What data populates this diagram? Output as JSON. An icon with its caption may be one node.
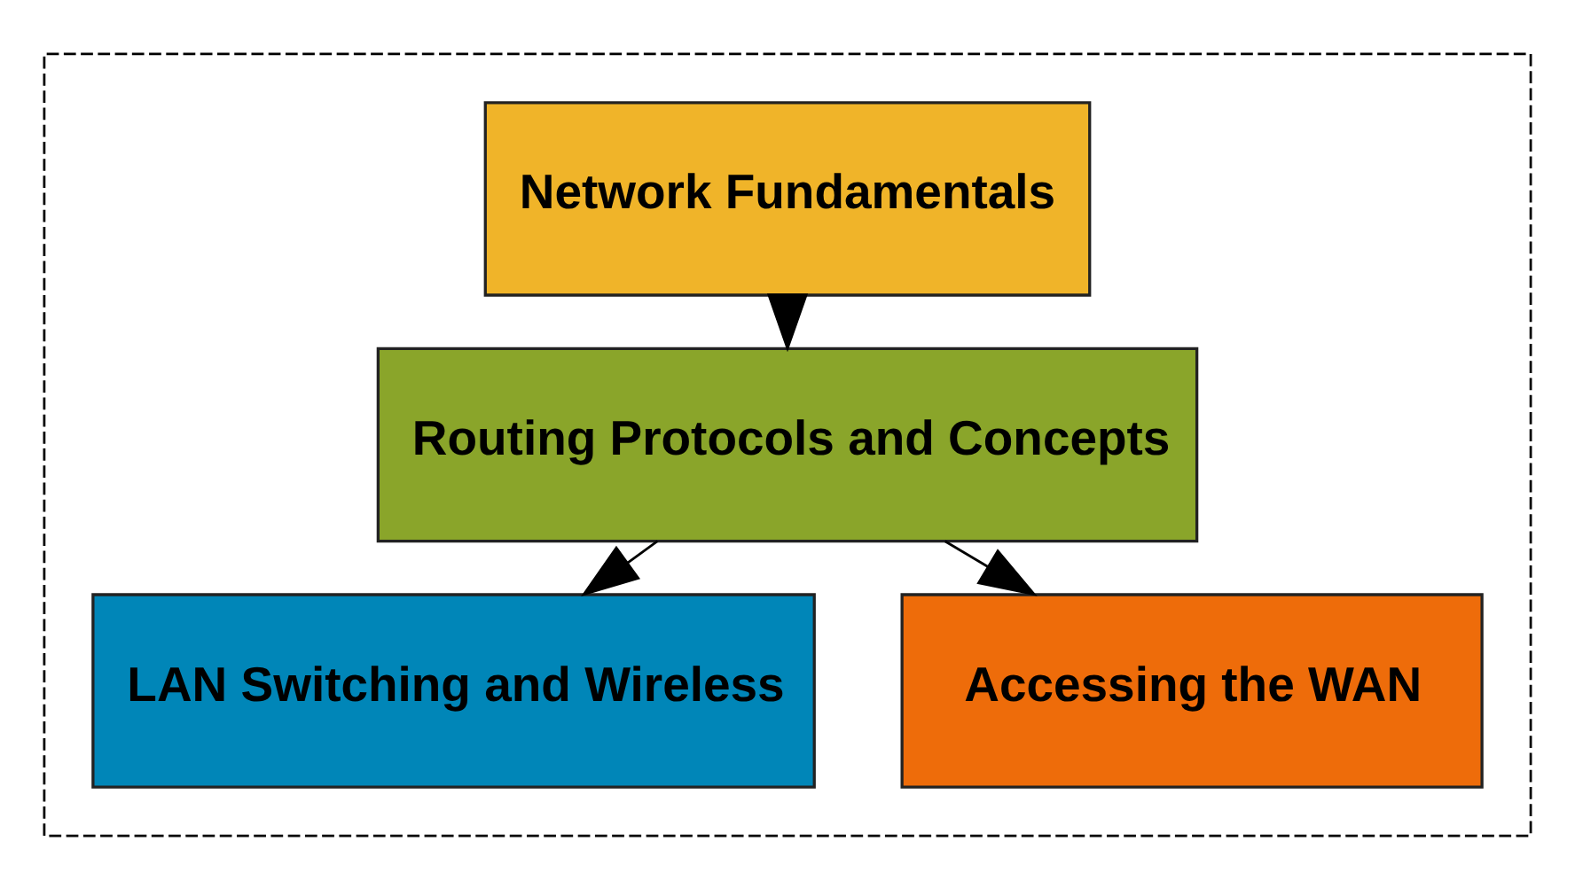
{
  "diagram": {
    "nodes": [
      {
        "text": [],
        "shape": "box"
      },
      {
        "text": [
          "Network Fundamentals"
        ],
        "in": 0
      },
      {
        "text": [
          "Routing Protocols and Concepts"
        ],
        "in": 0
      },
      {
        "text": [
          "LAN Switching and Wireless"
        ],
        "in": 0
      },
      {
        "text": [
          "Accessing the WAN"
        ],
        "in": 0
      }
    ],
    "edges": [
      {
        "from": 1,
        "to": 2,
        "arrow": "to"
      },
      {
        "from": 2,
        "to": 3,
        "arrow": "to"
      },
      {
        "from": 2,
        "to": 4,
        "arrow": "to"
      }
    ]
  }
}
